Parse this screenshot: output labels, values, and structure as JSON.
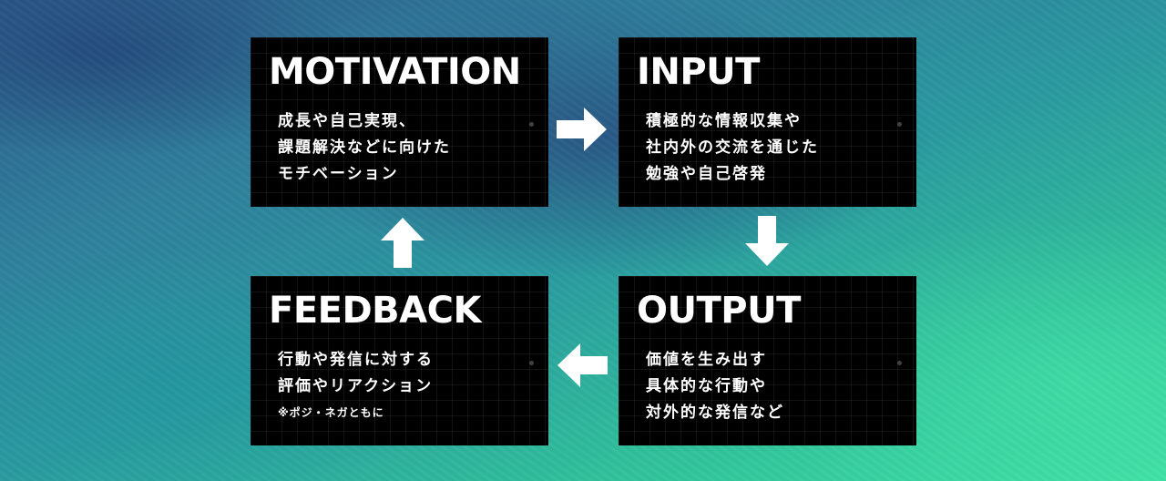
{
  "cycle": {
    "motivation": {
      "title": "MOTIVATION",
      "lines": [
        "成長や自己実現、",
        "課題解決などに向けた",
        "モチベーション"
      ]
    },
    "input": {
      "title": "INPUT",
      "lines": [
        "積極的な情報収集や",
        "社内外の交流を通じた",
        "勉強や自己啓発"
      ]
    },
    "output": {
      "title": "OUTPUT",
      "lines": [
        "価値を生み出す",
        "具体的な行動や",
        "対外的な発信など"
      ]
    },
    "feedback": {
      "title": "FEEDBACK",
      "lines": [
        "行動や発信に対する",
        "評価やリアクション"
      ],
      "note": "※ポジ・ネガともに"
    }
  },
  "colors": {
    "box_background": "#000000",
    "text": "#ffffff",
    "arrow": "#ffffff"
  },
  "icons": {
    "motivation_to_input": "arrow-right-icon",
    "input_to_output": "arrow-down-icon",
    "output_to_feedback": "arrow-left-icon",
    "feedback_to_motivation": "arrow-up-icon"
  }
}
